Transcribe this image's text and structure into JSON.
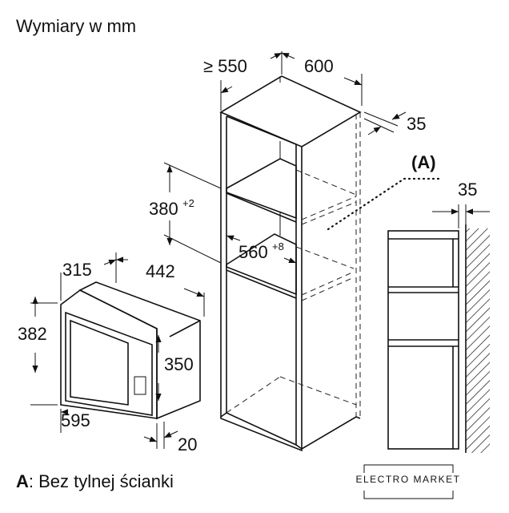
{
  "title": "Wymiary w mm",
  "dimensions": {
    "cabinet_depth": "≥ 550",
    "cabinet_width": "600",
    "rear_gap": "35",
    "niche_height": "380",
    "niche_height_tol": "+2",
    "niche_width": "560",
    "niche_width_tol": "+8",
    "appliance_depth": "315",
    "appliance_width_body": "442",
    "appliance_height": "382",
    "appliance_body_height": "350",
    "appliance_width": "595",
    "frame_depth": "20",
    "side_gap": "35"
  },
  "note_marker": "(A)",
  "legend": {
    "key": "A",
    "text": ": Bez tylnej ścianki"
  },
  "logo": {
    "text": "ELECTRO MARKET"
  }
}
